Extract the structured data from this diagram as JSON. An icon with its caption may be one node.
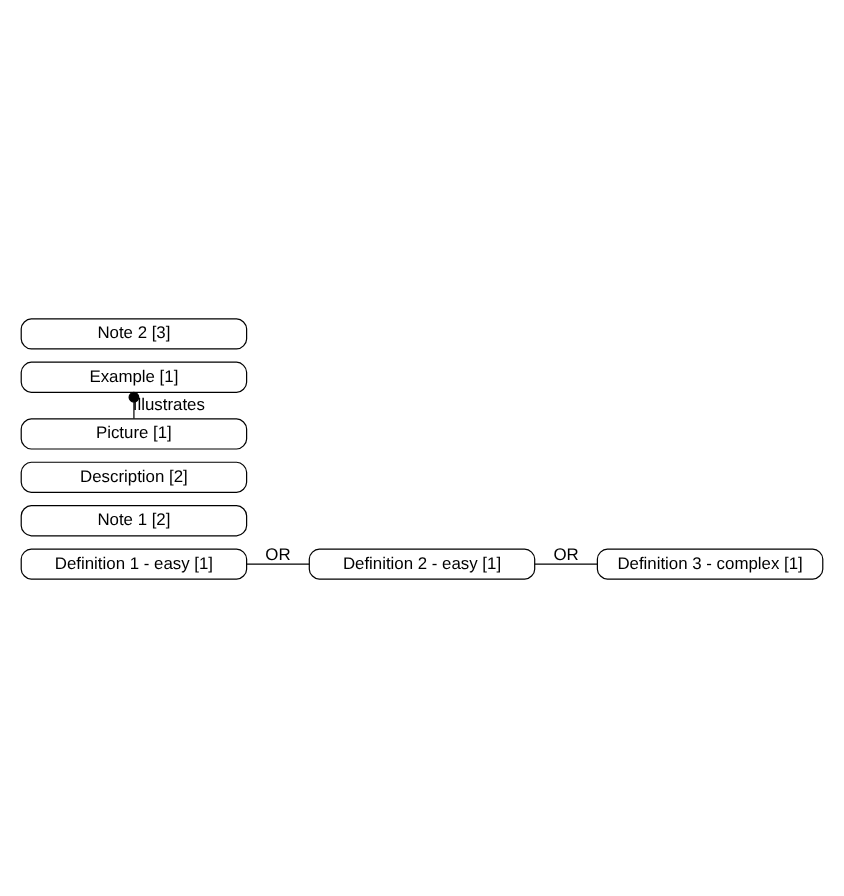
{
  "diagram": {
    "nodes": [
      {
        "text": [
          "Definition 1 - easy [1]"
        ]
      },
      {
        "text": [
          "Definition 2 - easy [1]"
        ]
      },
      {
        "text": [
          "Definition 3 - complex [1]"
        ]
      },
      {
        "text": [
          "Note 1 [2]"
        ]
      },
      {
        "text": [
          "Description [2]"
        ]
      },
      {
        "text": [
          "Example [1]"
        ]
      },
      {
        "text": [
          "Picture [1]"
        ]
      },
      {
        "text": [
          "Note 2 [3]"
        ]
      }
    ],
    "edges": [
      {
        "from": 0,
        "to": 1,
        "arrow": "none",
        "label": "OR"
      },
      {
        "from": 1,
        "to": 2,
        "arrow": "none",
        "label": "OR"
      },
      {
        "from": 5,
        "to": 6,
        "arrow": "other",
        "label": "Illustrates"
      }
    ]
  }
}
